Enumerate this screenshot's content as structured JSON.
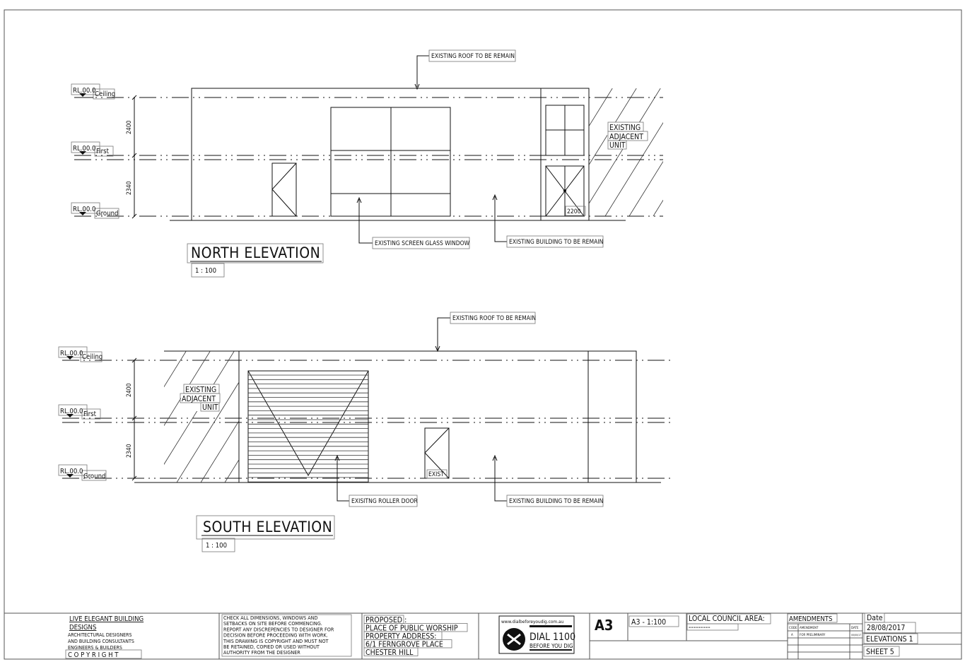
{
  "north": {
    "title": "NORTH ELEVATION",
    "scale": "1 : 100",
    "levels": [
      {
        "rl": "RL.00.0",
        "name": "Ceiling"
      },
      {
        "rl": "RL.00.0",
        "name": "First"
      },
      {
        "rl": "RL.00.0",
        "name": "Ground"
      }
    ],
    "dims": [
      "2400",
      "2340"
    ],
    "callouts": {
      "roof": "EXISTING ROOF TO BE REMAIN",
      "window": "EXISTING SCREEN GLASS WINDOW",
      "building": "EXISTING BUILDING TO BE REMAIN"
    },
    "adjacent": [
      "EXISTING",
      "ADJACENT",
      "UNIT"
    ],
    "door_tag": "2200"
  },
  "south": {
    "title": "SOUTH ELEVATION",
    "scale": "1 : 100",
    "levels": [
      {
        "rl": "RL.00.0",
        "name": "Ceiling"
      },
      {
        "rl": "RL.00.0",
        "name": "First"
      },
      {
        "rl": "RL.00.0",
        "name": "Ground"
      }
    ],
    "dims": [
      "2400",
      "2340"
    ],
    "callouts": {
      "roof": "EXISTING ROOF TO BE REMAIN",
      "roller": "EXISITNG ROLLER DOOR",
      "building": "EXISTING BUILDING TO BE REMAIN"
    },
    "adjacent": [
      "EXISTING",
      "ADJACENT",
      "UNIT"
    ],
    "door_tag": "EXIST"
  },
  "title_block": {
    "company": [
      "LIVE ELEGANT BUILDING",
      "DESIGNS"
    ],
    "company_sub": [
      "ARCHITECTURAL DESIGNERS",
      "AND BUILDING CONSULTANTS",
      "ENGINEERS & BUILDERS"
    ],
    "copyright": "C O P Y R I G H T",
    "notice": [
      "CHECK ALL DIMENSIONS, WINDOWS AND",
      "SETBACKS ON SITE BEFORE COMMENCING.",
      "REPORT ANY DISCREPENCIES TO DESIGNER FOR",
      "DECISION BEFORE PROCEEDING WITH WORK.",
      "THIS DRAWING IS COPYRIGHT AND MUST NOT",
      "BE RETAINED, COPIED OR USED WITHOUT",
      "AUTHORITY FROM THE DESIGNER"
    ],
    "project": [
      "PROPOSED :",
      "PLACE OF PUBLIC WORSHIP",
      "PROPERTY ADDRESS:",
      "6/1 FERNGROVE PLACE",
      "CHESTER HILL"
    ],
    "dial": {
      "url": "www.dialbeforeyoudig.com.au",
      "number": "DIAL 1100",
      "tagline": "BEFORE YOU DIG"
    },
    "sheet_size": "A3",
    "scale": "A3 - 1:100",
    "council_label": "LOCAL COUNCIL AREA:",
    "council_value": "---------",
    "amendments": "AMENDMENTS",
    "amend_header": [
      "CODE",
      "AMENDMENT",
      "DATE"
    ],
    "amend_row": [
      "A",
      "FOR PRELIMINARY",
      "00/00/17"
    ],
    "date_label": "Date",
    "date": "28/08/2017",
    "drawing": "ELEVATIONS 1",
    "sheet": "SHEET 5"
  }
}
